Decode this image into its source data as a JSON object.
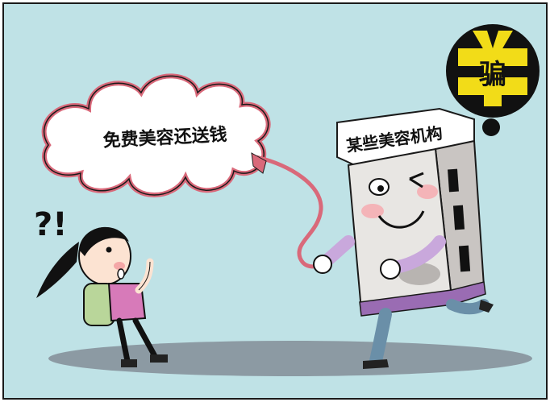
{
  "cartoon": {
    "balloon_text": "免费美容还送钱",
    "building_sign": "某些美容机构",
    "stamp_text": "骗",
    "girl_exclaim": "?!",
    "colors": {
      "background": "#bfe2e6",
      "frame": "#1a1a1a",
      "ground_shadow": "#8c9aa3",
      "balloon_outline": "#d9697a",
      "balloon_fill": "#ffffff",
      "building_front": "#e8e6e3",
      "building_side": "#c9c5c2",
      "stamp_yellow": "#f2dc18",
      "shirt_pink": "#d77ab9",
      "backpack_green": "#b9d69a",
      "legs_blue": "#6a8fa8"
    }
  }
}
